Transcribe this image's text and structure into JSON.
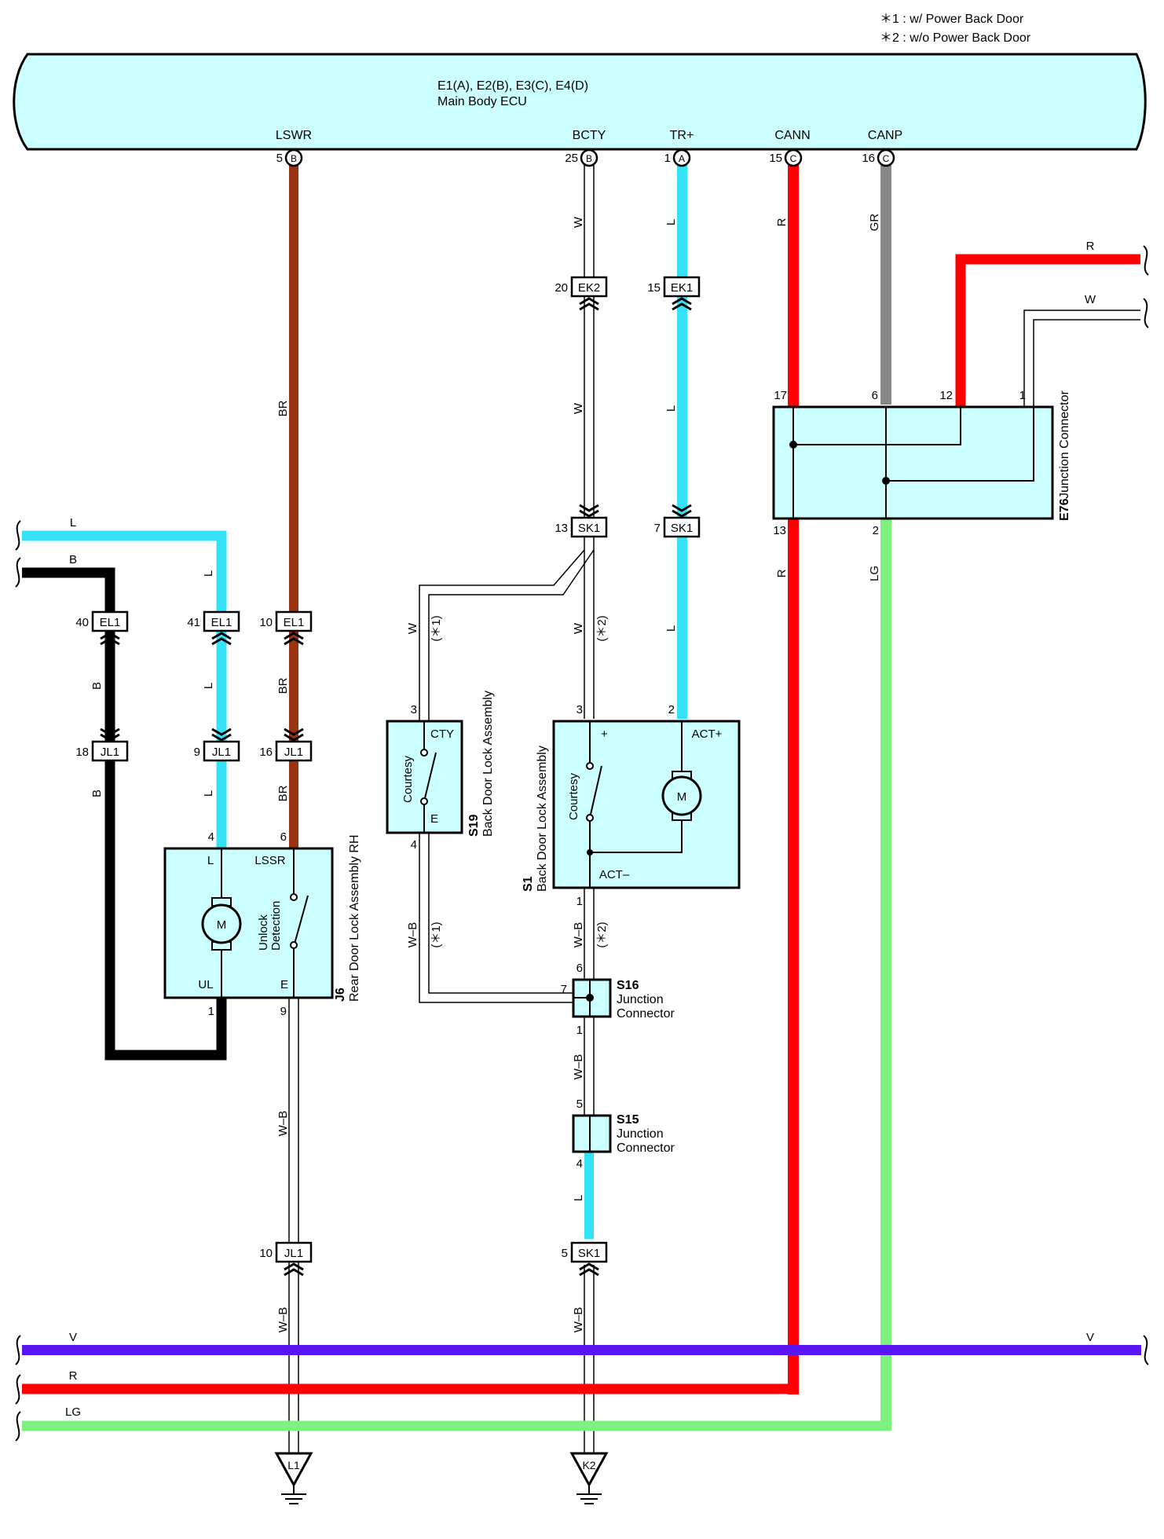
{
  "notes": {
    "n1": "＊1 : w/ Power Back Door",
    "n2": "＊2 : w/o Power Back Door"
  },
  "ecu": {
    "id": "E1(A), E2(B), E3(C), E4(D)",
    "name": "Main Body ECU",
    "pins": [
      {
        "name": "LSWR",
        "num": "5",
        "conn": "B"
      },
      {
        "name": "BCTY",
        "num": "25",
        "conn": "B"
      },
      {
        "name": "TR+",
        "num": "1",
        "conn": "A"
      },
      {
        "name": "CANN",
        "num": "15",
        "conn": "C"
      },
      {
        "name": "CANP",
        "num": "16",
        "conn": "C"
      }
    ]
  },
  "wire_colors": {
    "BR": "#993311",
    "W": "#ffffff",
    "L": "#33e3f5",
    "R": "#ff0000",
    "GR": "#888888",
    "LG": "#7ef07e",
    "B": "#000000",
    "V": "#5a15f5",
    "WB": "#ffffff",
    "body": "#ccffff"
  },
  "wires": {
    "lswr": "BR",
    "bcty": "W",
    "trp": "L",
    "cann": "R",
    "canp": "GR",
    "e76_r": "R",
    "e76_w": "W",
    "e76_lg": "LG",
    "e76_r2": "R",
    "j6_l_in": "L",
    "j6_b_in": "B",
    "el1_40_below": "B",
    "jl1_18_below": "B",
    "el1_41_above": "L",
    "el1_41_below": "L",
    "jl1_9_below": "L",
    "el1_10_below": "BR",
    "jl1_16_below": "BR",
    "sk1_13_w_1": "W",
    "sk1_13_w_2": "W",
    "opt1": "(＊1)",
    "opt2": "(＊2)",
    "ek1_below": "L",
    "sk1_7_below": "L",
    "s19_wb": "W–B",
    "s1_wb": "W–B",
    "s16_wb": "W–B",
    "s15_l": "L",
    "jl1_10_wb": "W–B",
    "jl1_10_below": "W–B",
    "sk1_5_below": "W–B",
    "bus_v": "V",
    "bus_v2": "V",
    "bus_r": "R",
    "bus_lg": "LG"
  },
  "connectors": {
    "ek2": {
      "label": "EK2",
      "pin": "20"
    },
    "ek1": {
      "label": "EK1",
      "pin": "15"
    },
    "sk1_13": {
      "label": "SK1",
      "pin": "13"
    },
    "sk1_7": {
      "label": "SK1",
      "pin": "7"
    },
    "el1_40": {
      "label": "EL1",
      "pin": "40"
    },
    "el1_41": {
      "label": "EL1",
      "pin": "41"
    },
    "el1_10": {
      "label": "EL1",
      "pin": "10"
    },
    "jl1_18": {
      "label": "JL1",
      "pin": "18"
    },
    "jl1_9": {
      "label": "JL1",
      "pin": "9"
    },
    "jl1_16": {
      "label": "JL1",
      "pin": "16"
    },
    "jl1_10": {
      "label": "JL1",
      "pin": "10"
    },
    "sk1_5": {
      "label": "SK1",
      "pin": "5"
    }
  },
  "components": {
    "e76": {
      "id": "E76",
      "name": "Junction Connector",
      "pins": {
        "p17": "17",
        "p6": "6",
        "p12": "12",
        "p1": "1",
        "p13": "13",
        "p2": "2"
      }
    },
    "j6": {
      "id": "J6",
      "name": "Rear Door Lock Assembly RH",
      "l": "L",
      "lssr": "LSSR",
      "ul": "UL",
      "e": "E",
      "detect1": "Unlock",
      "detect2": "Detection",
      "motor": "M",
      "pins": {
        "p4": "4",
        "p6": "6",
        "p1": "1",
        "p9": "9"
      }
    },
    "s19": {
      "id": "S19",
      "name": "Back Door Lock Assembly",
      "cty": "CTY",
      "e": "E",
      "courtesy": "Courtesy",
      "pins": {
        "p3": "3",
        "p4": "4"
      }
    },
    "s1": {
      "id": "S1",
      "name": "Back Door Lock Assembly",
      "plus": "+",
      "actp": "ACT+",
      "actm": "ACT–",
      "courtesy": "Courtesy",
      "motor": "M",
      "pins": {
        "p3": "3",
        "p2": "2",
        "p1": "1"
      }
    },
    "s16": {
      "id": "S16",
      "name1": "Junction",
      "name2": "Connector",
      "pins": {
        "p6": "6",
        "p7": "7",
        "p1": "1"
      }
    },
    "s15": {
      "id": "S15",
      "name1": "Junction",
      "name2": "Connector",
      "pins": {
        "p5": "5",
        "p4": "4"
      }
    }
  },
  "grounds": {
    "l1": "L1",
    "k2": "K2"
  }
}
